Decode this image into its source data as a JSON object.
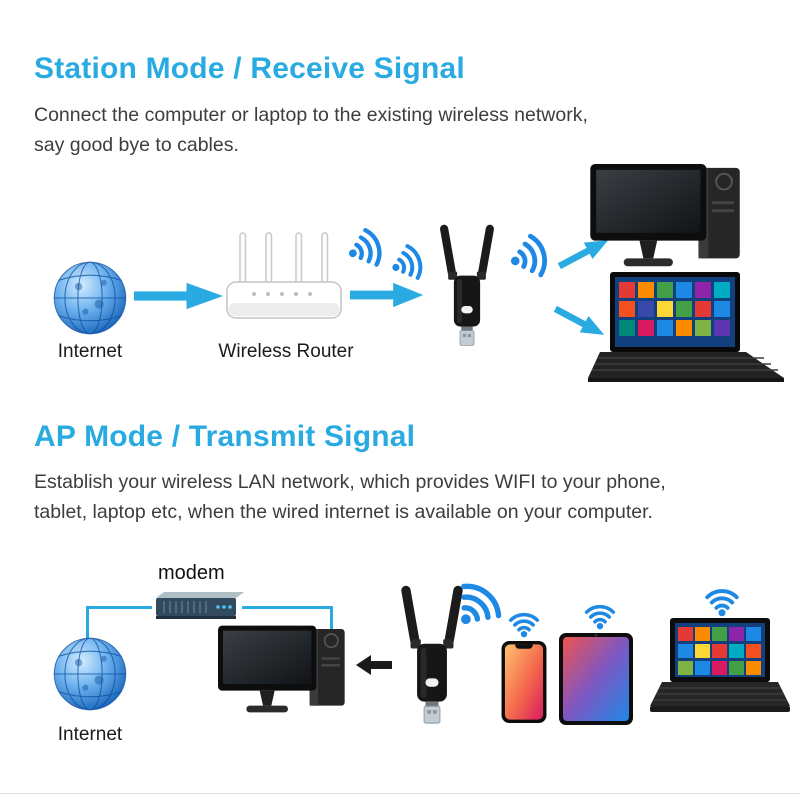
{
  "colors": {
    "accent_cyan": "#29abe2",
    "wifi_blue": "#1e88e5",
    "body_text": "#3d3d3d",
    "label_text": "#1a1a1a"
  },
  "station": {
    "title": "Station Mode / Receive Signal",
    "desc1": "Connect the computer or laptop to the existing wireless network,",
    "desc2": "say good bye to cables.",
    "internet_label": "Internet",
    "router_label": "Wireless Router"
  },
  "ap": {
    "title": "AP Mode / Transmit Signal",
    "desc1": "Establish your wireless LAN network, which provides WIFI to your phone,",
    "desc2": "tablet, laptop etc, when the wired internet is available on your computer.",
    "modem_label": "modem",
    "internet_label": "Internet"
  },
  "icons": {
    "internet-globe-icon": "blue wireframe globe (svg circle + grid)",
    "wifi-signal-icon": "three blue arcs + dot",
    "flow-arrow-icon": "cyan block arrow",
    "black-arrow-icon": "black block arrow pointing left"
  }
}
